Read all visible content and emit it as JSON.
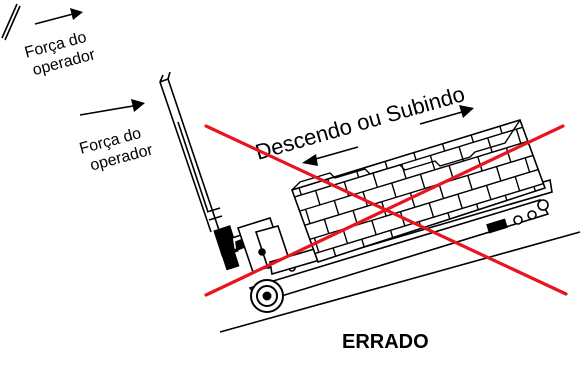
{
  "labels": {
    "operator_force_line1": "Força do",
    "operator_force_line2": "operador",
    "direction": "Descendo ou Subindo",
    "verdict": "ERRADO"
  },
  "colors": {
    "cross": "#e8141e",
    "ink": "#000000",
    "background": "#ffffff"
  },
  "icons": {
    "force_arrow": "arrow-right",
    "direction_arrow": "double-arrow-left-right",
    "wrong_mark": "red-x"
  }
}
